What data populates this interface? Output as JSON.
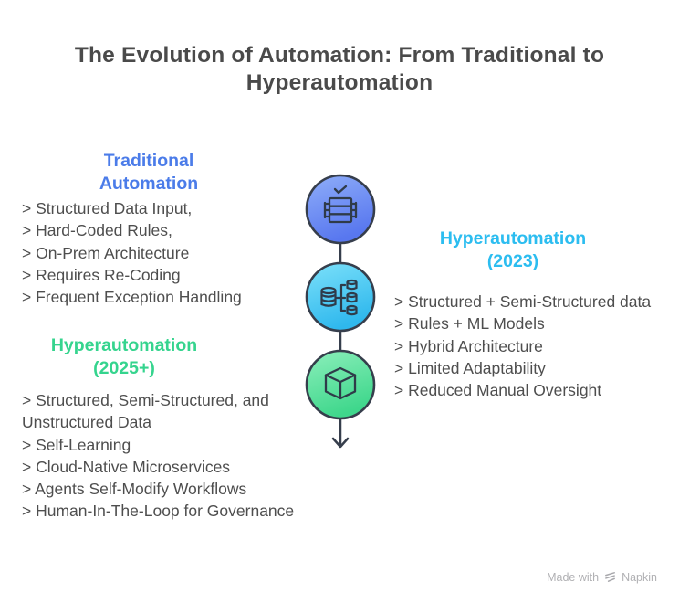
{
  "title": {
    "text": "The Evolution of Automation: From Traditional to Hyperautomation",
    "lines": [
      "The Evolution of Automation: From Traditional to",
      "Hyperautomation"
    ],
    "color": "#4a4a4a"
  },
  "columns": {
    "traditional": {
      "heading": "Traditional Automation",
      "heading_lines": [
        "Traditional",
        "Automation"
      ],
      "heading_color": "#4b7ce9",
      "items": [
        "> Structured Data Input,",
        "> Hard-Coded Rules,",
        "> On-Prem Architecture",
        "> Requires Re-Coding",
        "> Frequent Exception Handling"
      ]
    },
    "hyper_2023": {
      "heading": "Hyperautomation (2023)",
      "heading_lines": [
        "Hyperautomation",
        "(2023)"
      ],
      "heading_color": "#2cbdf0",
      "items": [
        "> Structured + Semi-Structured data",
        "> Rules + ML Models",
        "> Hybrid Architecture",
        "> Limited Adaptability",
        "> Reduced Manual Oversight"
      ]
    },
    "hyper_2025": {
      "heading": "Hyperautomation (2025+)",
      "heading_lines": [
        "Hyperautomation",
        "(2025+)"
      ],
      "heading_color": "#35d48e",
      "items": [
        "> Structured, Semi-Structured, and Unstructured Data",
        "> Self-Learning",
        "> Cloud-Native Microservices",
        "> Agents Self-Modify Workflows",
        "> Human-In-The-Loop for Governance"
      ]
    }
  },
  "timeline": {
    "stroke_color": "#363e4c",
    "nodes": [
      {
        "icon": "server-check-icon",
        "gradient": [
          "#8faef9",
          "#5877ef"
        ]
      },
      {
        "icon": "database-branch-icon",
        "gradient": [
          "#7de1fa",
          "#2fb8ed"
        ]
      },
      {
        "icon": "cube-icon",
        "gradient": [
          "#8cefbb",
          "#3fd78c"
        ]
      }
    ],
    "arrow": "down"
  },
  "footer": {
    "made_with": "Made with",
    "brand": "Napkin",
    "color": "#b1b1b4"
  },
  "body_text_color": "#4e4e4e"
}
